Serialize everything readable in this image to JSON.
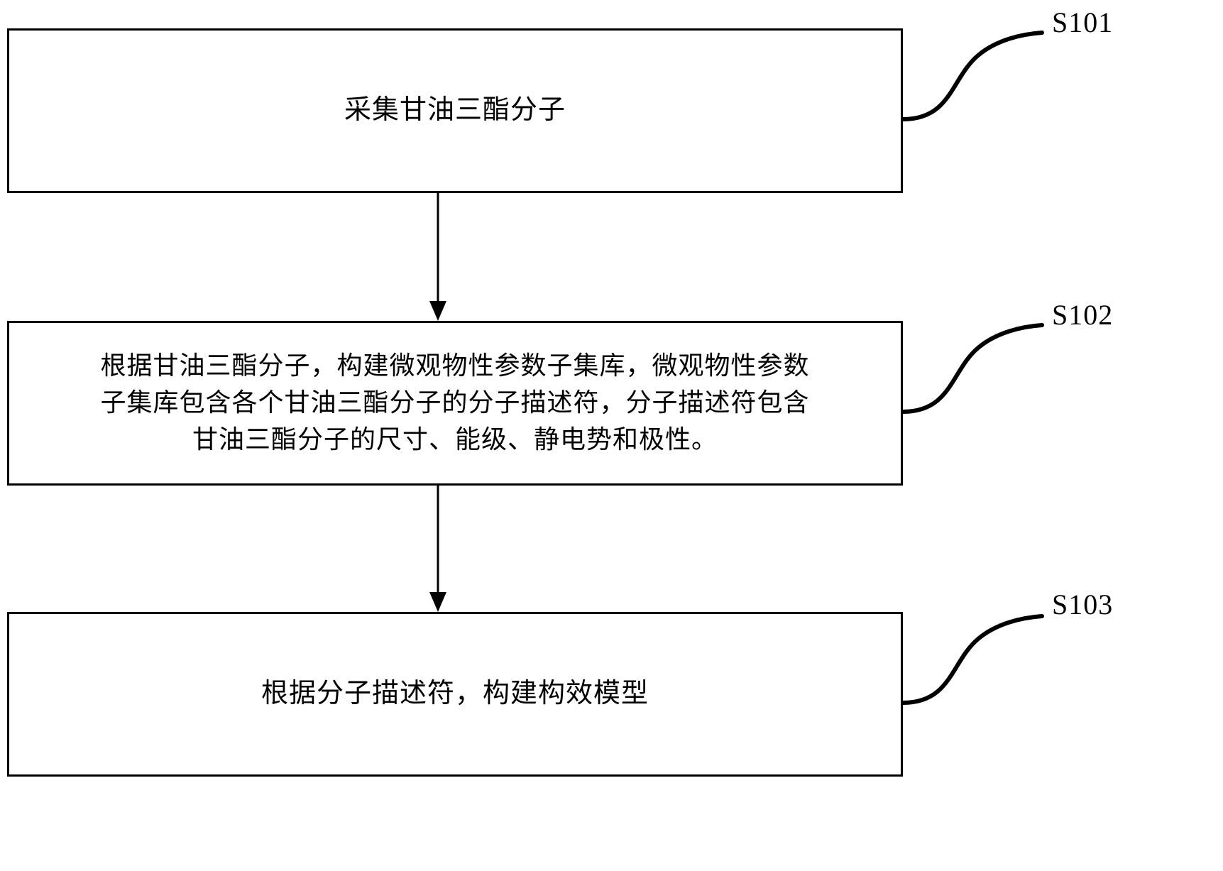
{
  "diagram": {
    "type": "flowchart",
    "orientation": "vertical",
    "title": "",
    "steps": [
      {
        "id": "S101",
        "label": "S101",
        "text": "采集甘油三酯分子"
      },
      {
        "id": "S102",
        "label": "S102",
        "text": "根据甘油三酯分子，构建微观物性参数子集库，微观物性参数\n子集库包含各个甘油三酯分子的分子描述符，分子描述符包含\n甘油三酯分子的尺寸、能级、静电势和极性。"
      },
      {
        "id": "S103",
        "label": "S103",
        "text": "根据分子描述符，构建构效模型"
      }
    ],
    "connectors": [
      {
        "from": "S101",
        "to": "S102",
        "style": "arrow-down"
      },
      {
        "from": "S102",
        "to": "S103",
        "style": "arrow-down"
      }
    ],
    "leader_lines": [
      {
        "for": "S101",
        "style": "s-curve"
      },
      {
        "for": "S102",
        "style": "s-curve"
      },
      {
        "for": "S103",
        "style": "s-curve"
      }
    ],
    "colors": {
      "stroke": "#000000",
      "background": "#ffffff",
      "text": "#000000"
    }
  }
}
